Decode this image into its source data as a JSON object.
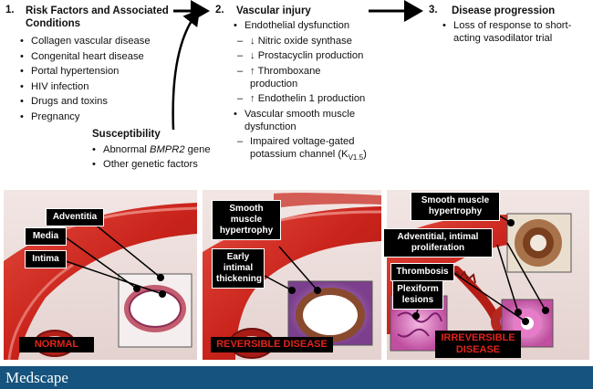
{
  "steps": [
    {
      "number": "1.",
      "title_line1": "Risk Factors and Associated",
      "title_line2": "Conditions",
      "items": [
        "Collagen vascular disease",
        "Congenital heart disease",
        "Portal hypertension",
        "HIV infection",
        "Drugs and toxins",
        "Pregnancy"
      ]
    },
    {
      "number": "2.",
      "title": "Vascular injury",
      "item1": "Endothelial dysfunction",
      "sub1": "↓ Nitric oxide synthase",
      "sub2": "↓ Prostacyclin production",
      "sub3_line1": "↑ Thromboxane",
      "sub3_line2": "production",
      "sub4": "↑ Endothelin 1 production",
      "item2_line1": "Vascular smooth muscle",
      "item2_line2": "dysfunction",
      "sub5_line1": "Impaired voltage-gated",
      "sub5_line2_prefix": "potassium channel (K",
      "sub5_subscript": "V1.5",
      "sub5_line2_suffix": ")"
    },
    {
      "number": "3.",
      "title": "Disease progression",
      "item_line1": "Loss of response to short-",
      "item_line2": "acting vasodilator trial"
    }
  ],
  "susceptibility": {
    "title": "Susceptibility",
    "item1_prefix": "Abnormal ",
    "item1_gene": "BMPR2",
    "item1_suffix": " gene",
    "item2": "Other genetic factors"
  },
  "panels": {
    "normal": {
      "labels": [
        "Adventitia",
        "Media",
        "Intima"
      ],
      "status": "NORMAL"
    },
    "reversible": {
      "label_smc_1": "Smooth",
      "label_smc_2": "muscle",
      "label_smc_3": "hypertrophy",
      "label_early_1": "Early",
      "label_early_2": "intimal",
      "label_early_3": "thickening",
      "status": "REVERSIBLE DISEASE"
    },
    "irreversible": {
      "label_smc_1": "Smooth muscle",
      "label_smc_2": "hypertrophy",
      "label_adv_1": "Adventitial,  intimal",
      "label_adv_2": "proliferation",
      "label_thrombosis": "Thrombosis",
      "label_plex_1": "Plexiform",
      "label_plex_2": "lesions",
      "status_line1": "IRREVERSIBLE",
      "status_line2": "DISEASE"
    }
  },
  "footer": {
    "brand": "Medscape"
  },
  "colors": {
    "artery_red": "#d8332b",
    "status_red": "#e2231a",
    "footer_blue": "#16537e"
  }
}
